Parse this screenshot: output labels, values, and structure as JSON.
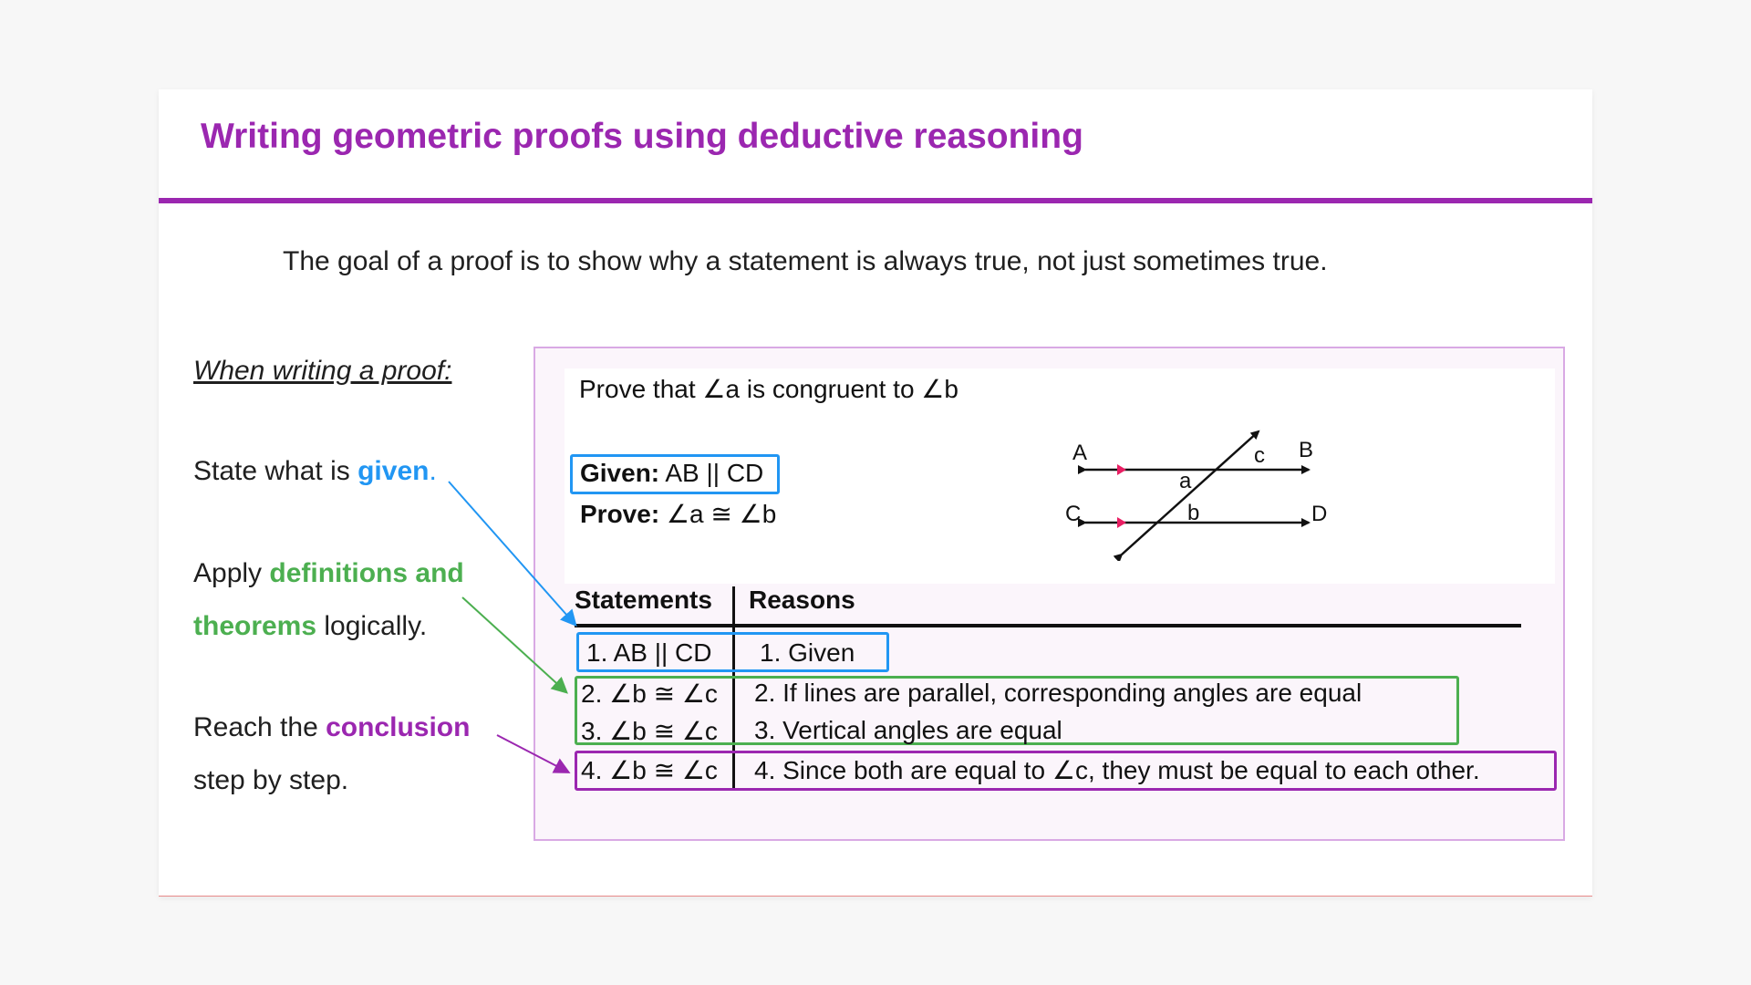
{
  "header": {
    "title": "Writing geometric proofs using deductive reasoning"
  },
  "intro": "The goal of a proof is to show why a statement is always true, not just sometimes true.",
  "left": {
    "heading": "When writing a proof:",
    "step1": {
      "before": "State what is ",
      "highlight": "given",
      "after": "."
    },
    "step2": {
      "before": "Apply ",
      "highlight_line1": "definitions and",
      "highlight_line2": "theorems",
      "after": " logically."
    },
    "step3": {
      "before": "Reach the ",
      "highlight": "conclusion",
      "line2": "step by step."
    }
  },
  "problem": {
    "prove_that": "Prove that ∠a is congruent to ∠b",
    "given_label": "Given:",
    "given_value": " AB || CD",
    "prove_label": "Prove:",
    "prove_value": " ∠a ≅ ∠b"
  },
  "diagram": {
    "labels": {
      "A": "A",
      "B": "B",
      "C": "C",
      "D": "D",
      "a": "a",
      "b": "b",
      "c": "c"
    }
  },
  "table": {
    "headers": {
      "statements": "Statements",
      "reasons": "Reasons"
    },
    "rows": [
      {
        "statement": "1. AB || CD",
        "reason": "1. Given"
      },
      {
        "statement": "2. ∠b ≅ ∠c",
        "reason": "2. If lines are parallel, corresponding angles are equal"
      },
      {
        "statement": "3. ∠b ≅ ∠c",
        "reason": "3. Vertical angles are equal"
      },
      {
        "statement": "4. ∠b ≅ ∠c",
        "reason": "4. Since both are equal to ∠c, they must be equal to each other."
      }
    ]
  },
  "colors": {
    "accent_purple": "#9b27b0",
    "given_blue": "#2196f3",
    "theorem_green": "#4caf50",
    "panel_border": "#d9a9e4",
    "tick_red": "#e91e63"
  }
}
